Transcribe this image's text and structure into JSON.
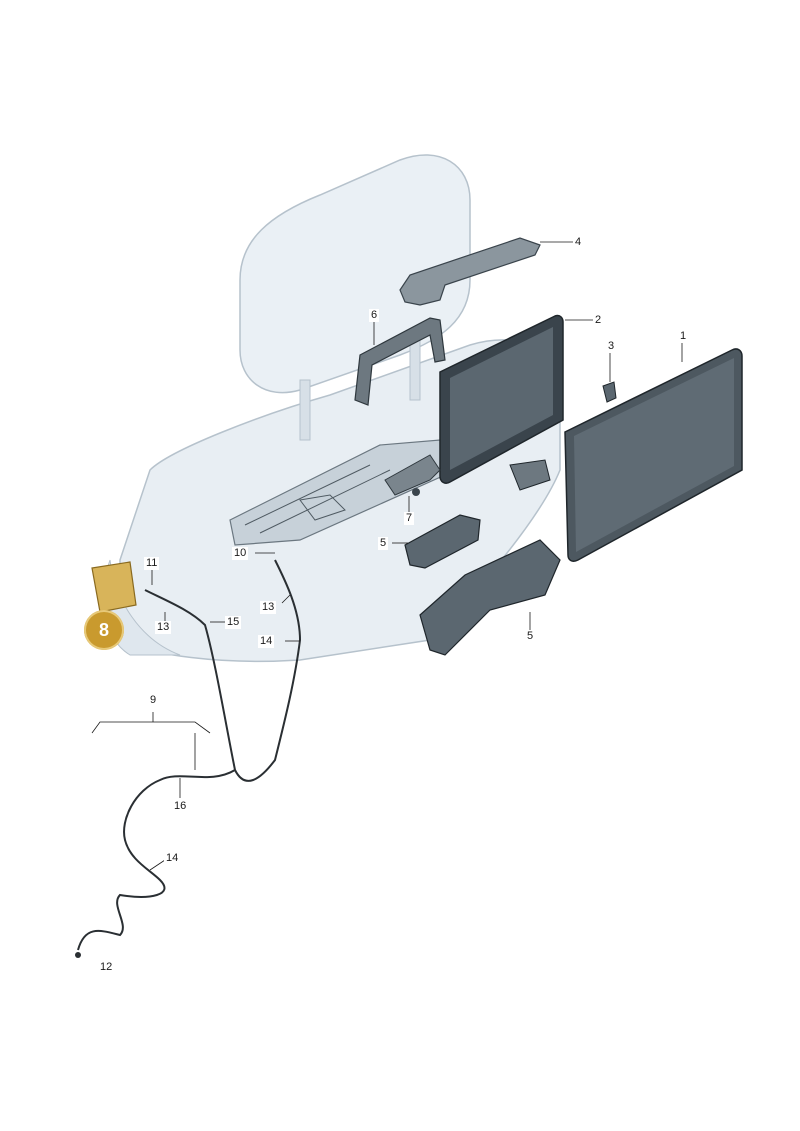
{
  "callouts": {
    "c1": "1",
    "c2": "2",
    "c3": "3",
    "c4": "4",
    "c5a": "5",
    "c5b": "5",
    "c6": "6",
    "c7": "7",
    "c9": "9",
    "c10": "10",
    "c11": "11",
    "c12": "12",
    "c13a": "13",
    "c13b": "13",
    "c14a": "14",
    "c14b": "14",
    "c15": "15",
    "c16": "16"
  },
  "highlight": {
    "label": "8",
    "color": "#c99a2e"
  },
  "colors": {
    "seat_fill": "#e8eef3",
    "seat_stroke": "#b6c2cc",
    "part_fill": "#5b6770",
    "part_dark": "#3a444c",
    "cable": "#2a2f33"
  }
}
